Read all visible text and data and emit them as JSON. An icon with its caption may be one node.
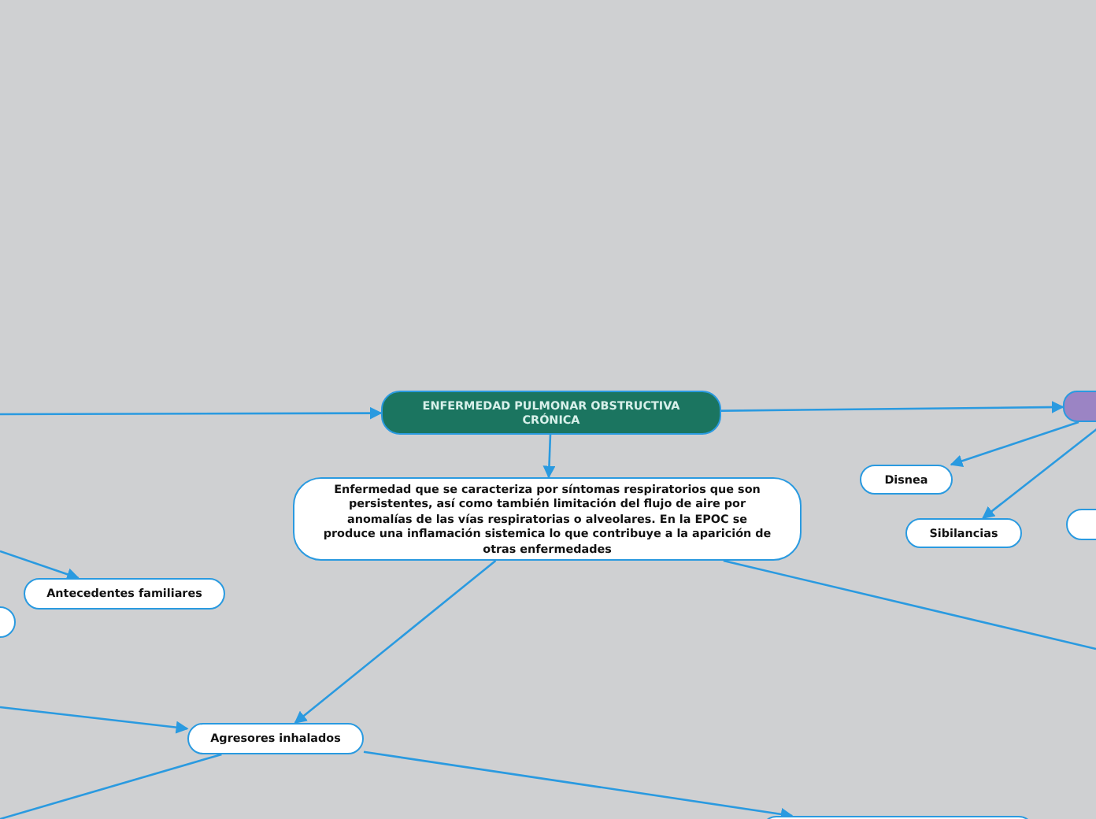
{
  "diagram": {
    "nodes": [
      {
        "text": [
          "ENFERMEDAD PULMONAR OBSTRUCTIVA CRÓNICA"
        ]
      },
      {
        "text": [
          "Enfermedad que se caracteriza por síntomas respiratorios que son persistentes, así como también limitación del flujo de aire por anomalías de las vías respiratorias o  alveolares. En la EPOC se produce una inflamación sistemica lo que contribuye a la aparición de otras enfermedades"
        ]
      },
      {
        "text": [],
        "shape": "box"
      },
      {
        "text": [
          "Disnea"
        ]
      },
      {
        "text": [
          "Sibilancias"
        ]
      },
      {
        "text": [],
        "shape": "box"
      },
      {
        "text": [
          "Antecedentes familiares"
        ]
      },
      {
        "text": [],
        "shape": "box"
      },
      {
        "text": [
          "Agresores inhalados"
        ]
      },
      {
        "text": [],
        "shape": "box"
      }
    ],
    "edges": [
      {
        "from": null,
        "to": 0,
        "arrow": "to"
      },
      {
        "from": 0,
        "to": 1,
        "arrow": "to"
      },
      {
        "from": 0,
        "to": 2,
        "arrow": "to"
      },
      {
        "from": 2,
        "to": 3,
        "arrow": "to"
      },
      {
        "from": 2,
        "to": 4,
        "arrow": "to"
      },
      {
        "from": 1,
        "to": null,
        "arrow": "none"
      },
      {
        "from": null,
        "to": 6,
        "arrow": "to"
      },
      {
        "from": null,
        "to": 8,
        "arrow": "to"
      },
      {
        "from": 1,
        "to": 8,
        "arrow": "to"
      },
      {
        "from": 8,
        "to": null,
        "arrow": "none"
      },
      {
        "from": 8,
        "to": 9,
        "arrow": "to"
      }
    ]
  }
}
